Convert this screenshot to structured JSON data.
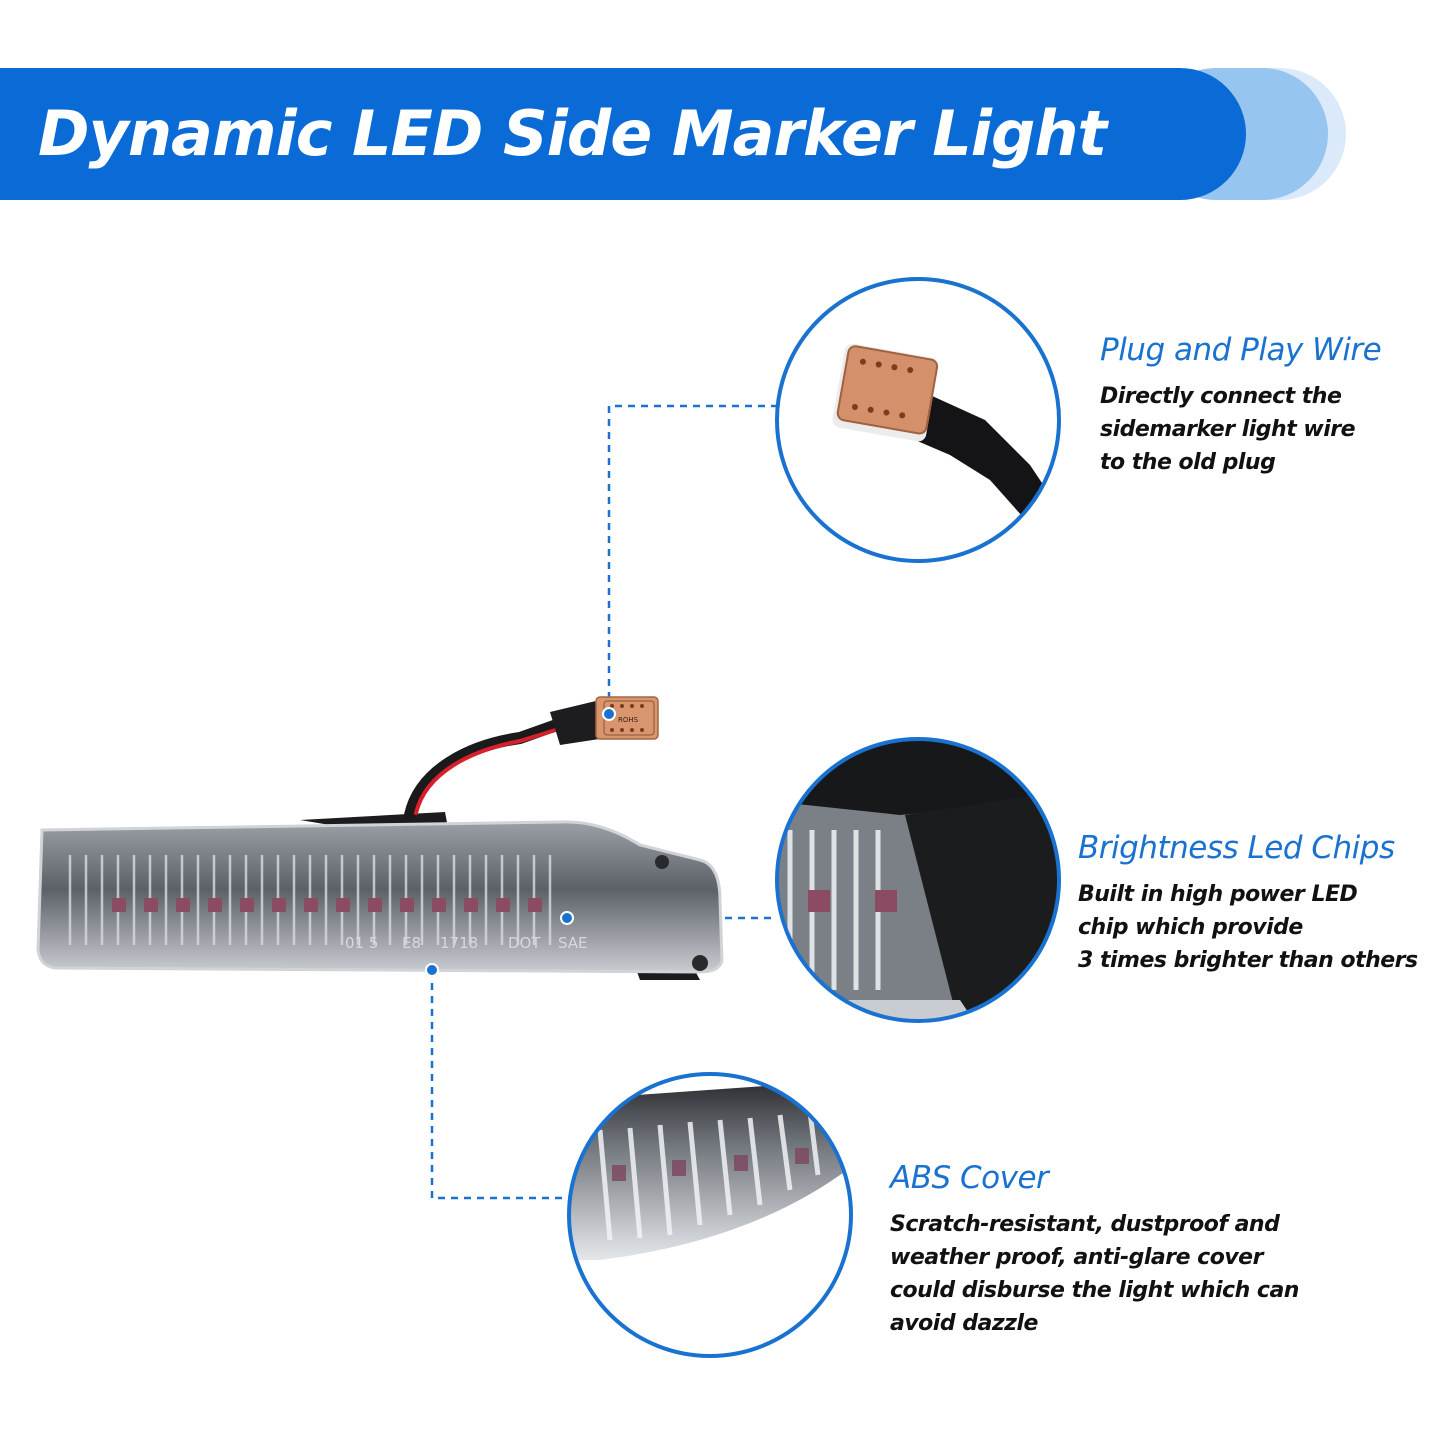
{
  "banner": {
    "title": "Dynamic LED Side Marker Light"
  },
  "colors": {
    "accent": "#1a72d0",
    "banner_blue": "#0a6ad6",
    "banner_fade_1": "#96c5f0",
    "banner_fade_2": "#dbeafa",
    "body_text": "#111111",
    "wire_red": "#d8202c",
    "connector_copper": "#d8956e"
  },
  "product": {
    "connector_marking": "ROHS",
    "lens_markings": [
      "01 5",
      "E8",
      "1718",
      "DOT",
      "SAE"
    ]
  },
  "features": [
    {
      "title": "Plug and Play Wire",
      "lines": [
        "Directly connect the",
        "sidemarker light wire",
        "to the old plug"
      ],
      "icon": "wire-connector-closeup"
    },
    {
      "title": "Brightness Led Chips",
      "lines": [
        "Built in high power LED",
        "chip which provide",
        "3 times brighter than others"
      ],
      "icon": "led-chips-closeup"
    },
    {
      "title": "ABS Cover",
      "lines": [
        "Scratch-resistant, dustproof and",
        "weather proof, anti-glare cover",
        "could disburse the light which can",
        "avoid dazzle"
      ],
      "icon": "abs-cover-closeup"
    }
  ]
}
